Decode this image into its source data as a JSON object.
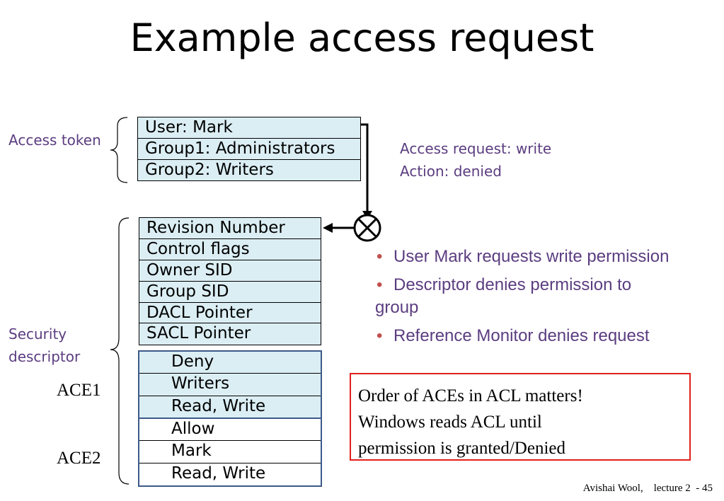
{
  "title": "Example access request",
  "access_token": {
    "label": "Access token",
    "rows": [
      "User:    Mark",
      "Group1: Administrators",
      "Group2: Writers"
    ]
  },
  "request_info": {
    "line1": "Access request: write",
    "line2": "Action: denied"
  },
  "security_descriptor": {
    "label_line1": "Security",
    "label_line2": "descriptor",
    "rows": [
      "Revision Number",
      "Control flags",
      "Owner SID",
      "Group SID",
      "DACL Pointer",
      "SACL Pointer"
    ]
  },
  "ace1": {
    "label": "ACE1",
    "rows": [
      "Deny",
      "Writers",
      "Read, Write"
    ]
  },
  "ace2": {
    "label": "ACE2",
    "rows": [
      "Allow",
      "Mark",
      "Read, Write"
    ]
  },
  "bullets": {
    "b1": "User Mark requests write permission",
    "b2a": "Descriptor denies permission to",
    "b2b": "group",
    "b3": "Reference Monitor denies request",
    "marker": "•"
  },
  "note": {
    "line1": "Order of ACEs in ACL matters!",
    "line2": "Windows reads ACL until",
    "line3": "permission is granted/Denied"
  },
  "footer": "Avishai Wool,    lecture 2  - 45",
  "colors": {
    "box_fill": "#dbeef4",
    "label_purple": "#5b3d80",
    "note_border": "#e0201b",
    "ace_border": "#3c5a8a"
  }
}
